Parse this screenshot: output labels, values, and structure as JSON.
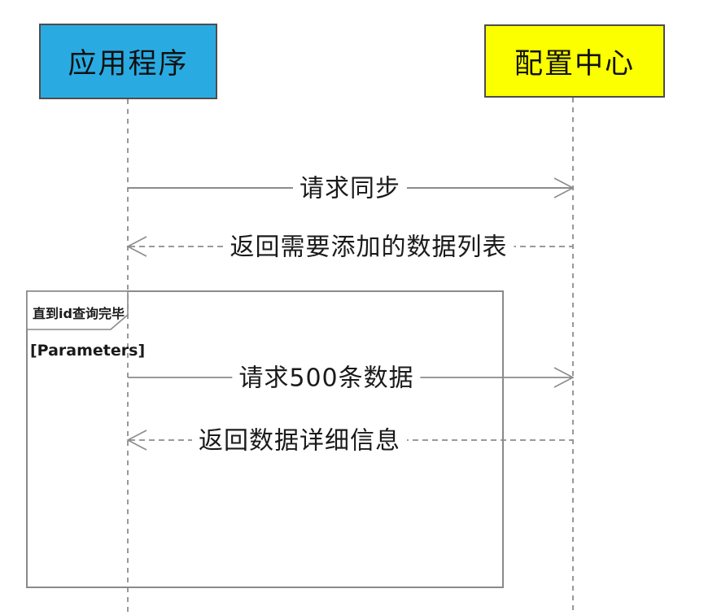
{
  "diagram": {
    "type": "sequence-diagram",
    "actors": [
      {
        "id": "application",
        "label": "应用程序",
        "fill": "#29abe2"
      },
      {
        "id": "config-center",
        "label": "配置中心",
        "fill": "#fbff00"
      }
    ],
    "messages": [
      {
        "label": "请求同步",
        "from": "application",
        "to": "config-center",
        "direction": "right",
        "line_style": "solid"
      },
      {
        "label": "返回需要添加的数据列表",
        "from": "config-center",
        "to": "application",
        "direction": "left",
        "line_style": "dashed"
      },
      {
        "label": "请求500条数据",
        "from": "application",
        "to": "config-center",
        "direction": "right",
        "line_style": "solid"
      },
      {
        "label": "返回数据详细信息",
        "from": "config-center",
        "to": "application",
        "direction": "left",
        "line_style": "dashed"
      }
    ],
    "fragment": {
      "title": "直到id查询完毕",
      "guard": "[Parameters]"
    },
    "colors": {
      "actor_left_fill": "#29abe2",
      "actor_right_fill": "#fbff00",
      "actor_border": "#4d4d4d",
      "line_gray": "#8c8c8c",
      "lifeline_gray": "#999999",
      "frame_border": "#8a8a8a",
      "text": "#1a1a1a",
      "background": "#ffffff"
    }
  }
}
